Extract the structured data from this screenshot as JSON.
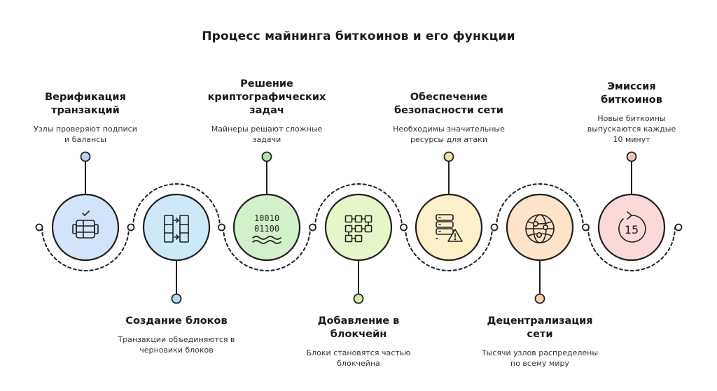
{
  "title": "Процесс майнинга биткоинов и его функции",
  "steps": [
    {
      "title": "Верификация транзакций",
      "desc": "Узлы проверяют подписи и балансы",
      "icon": "wallet-check-icon",
      "fill": "#d3e3f9",
      "accent": "#b7d0ef"
    },
    {
      "title": "Создание блоков",
      "desc": "Транзакции объединяются в черновики блоков",
      "icon": "blocks-arrows-icon",
      "fill": "#cde9f8",
      "accent": "#b4dcf1"
    },
    {
      "title": "Решение криптографических задач",
      "desc": "Майнеры решают сложные задачи",
      "icon": "binary-code-icon",
      "fill": "#d2f0c9",
      "accent": "#b5e3a7",
      "code": [
        "10010",
        "01100"
      ]
    },
    {
      "title": "Добавление в блокчейн",
      "desc": "Блоки становятся частью блокчейна",
      "icon": "blockchain-grid-icon",
      "fill": "#e6f6c8",
      "accent": "#d4eda8"
    },
    {
      "title": "Обеспечение безопасности сети",
      "desc": "Необходимы значительные ресурсы для атаки",
      "icon": "server-warning-icon",
      "fill": "#fbf0c8",
      "accent": "#f1e1a2"
    },
    {
      "title": "Децентрализация сети",
      "desc": "Тысячи узлов распределены по всему миру",
      "icon": "globe-network-icon",
      "fill": "#fde3c8",
      "accent": "#f5cfa6"
    },
    {
      "title": "Эмиссия биткоинов",
      "desc": "Новые биткоины выпускаются каждые 10 минут",
      "icon": "timer-15-icon",
      "fill": "#fbd9d9",
      "accent": "#f3c0c0",
      "timer": "15"
    }
  ]
}
